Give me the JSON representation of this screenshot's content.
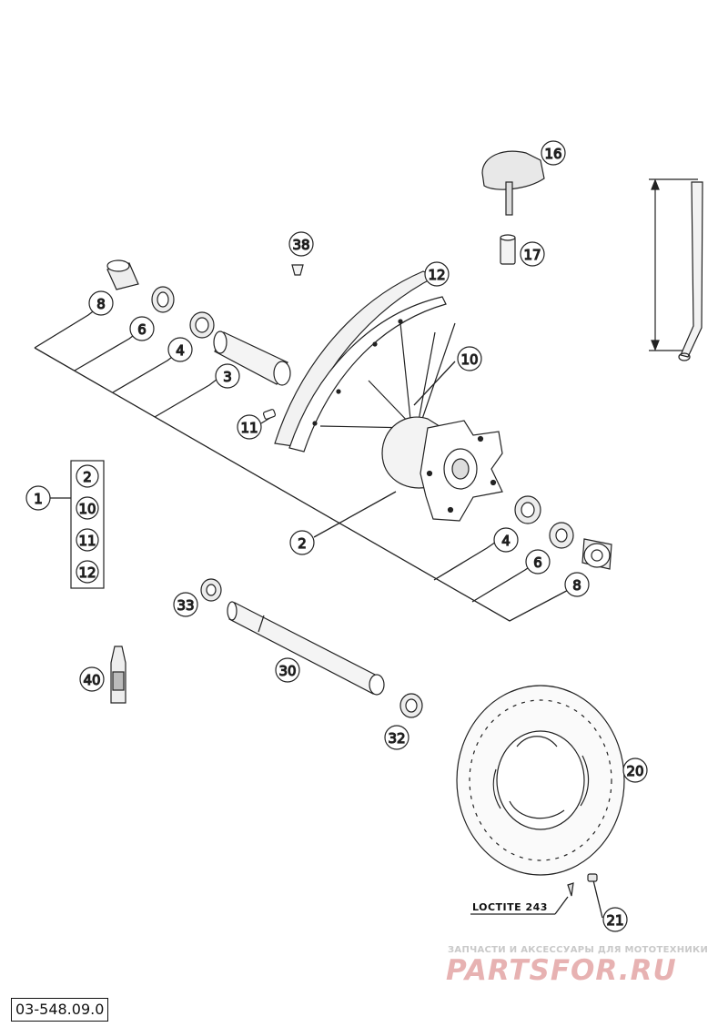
{
  "document_code": "03-548.09.0",
  "loctite_label": "LOCTITE 243",
  "set_group": {
    "parent": "1",
    "members": [
      "2",
      "10",
      "11",
      "12"
    ]
  },
  "callouts": [
    "2",
    "3",
    "4",
    "6",
    "8",
    "10",
    "11",
    "12",
    "16",
    "17",
    "38",
    "4",
    "6",
    "8",
    "20",
    "21",
    "30",
    "32",
    "33",
    "40"
  ],
  "watermark": {
    "subtitle": "ЗАПЧАСТИ И АКСЕССУАРЫ ДЛЯ МОТОТЕХНИКИ",
    "brand": "PARTSFOR.RU"
  }
}
